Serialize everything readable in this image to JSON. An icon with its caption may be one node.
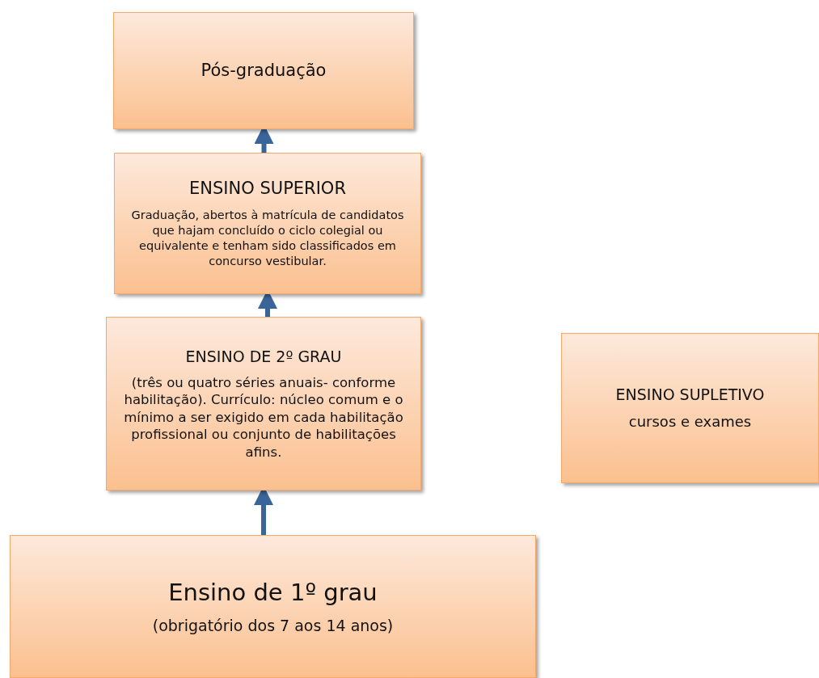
{
  "diagram": {
    "nodes": [
      {
        "text": [
          "Pós-graduação"
        ]
      },
      {
        "text": [
          "ENSINO SUPERIOR",
          "Graduação, abertos à matrícula de candidatos que hajam concluído o ciclo colegial ou equivalente e tenham sido classificados em concurso vestibular."
        ]
      },
      {
        "text": [
          "ENSINO DE 2º GRAU",
          "(três ou quatro séries anuais- conforme habilitação). Currículo: núcleo comum e o mínimo a ser exigido em cada habilitação profissional ou conjunto de habilitações afins."
        ]
      },
      {
        "text": [
          "ENSINO SUPLETIVO",
          "cursos e exames"
        ]
      },
      {
        "text": [
          "Ensino de 1º grau",
          "(obrigatório dos 7 aos 14 anos)"
        ]
      }
    ],
    "edges": [
      {
        "from": 4,
        "to": 2,
        "arrow": "to"
      },
      {
        "from": 2,
        "to": 1,
        "arrow": "to"
      },
      {
        "from": 1,
        "to": 0,
        "arrow": "to"
      }
    ]
  }
}
